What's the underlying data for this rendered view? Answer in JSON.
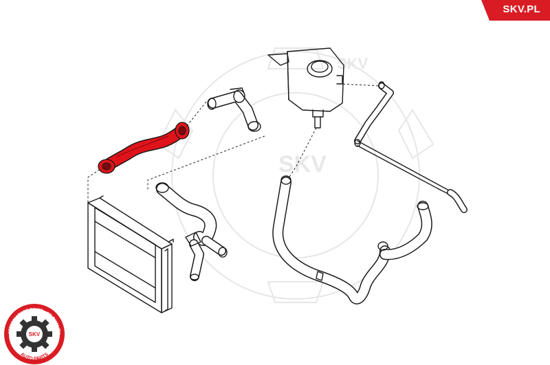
{
  "brand": {
    "site_label": "SKV.PL",
    "accent": "#d91c24"
  },
  "watermark": {
    "text": "SKV"
  },
  "badge": {
    "ring_top_text": "AFTERMARKET PRICE · OE QUALITY",
    "center_text": "SKV",
    "bottom_text": "AUTO PARTS",
    "ring_color": "#d91c24",
    "gear_color": "#333333"
  },
  "highlight_part": {
    "color": "#e0131b"
  }
}
